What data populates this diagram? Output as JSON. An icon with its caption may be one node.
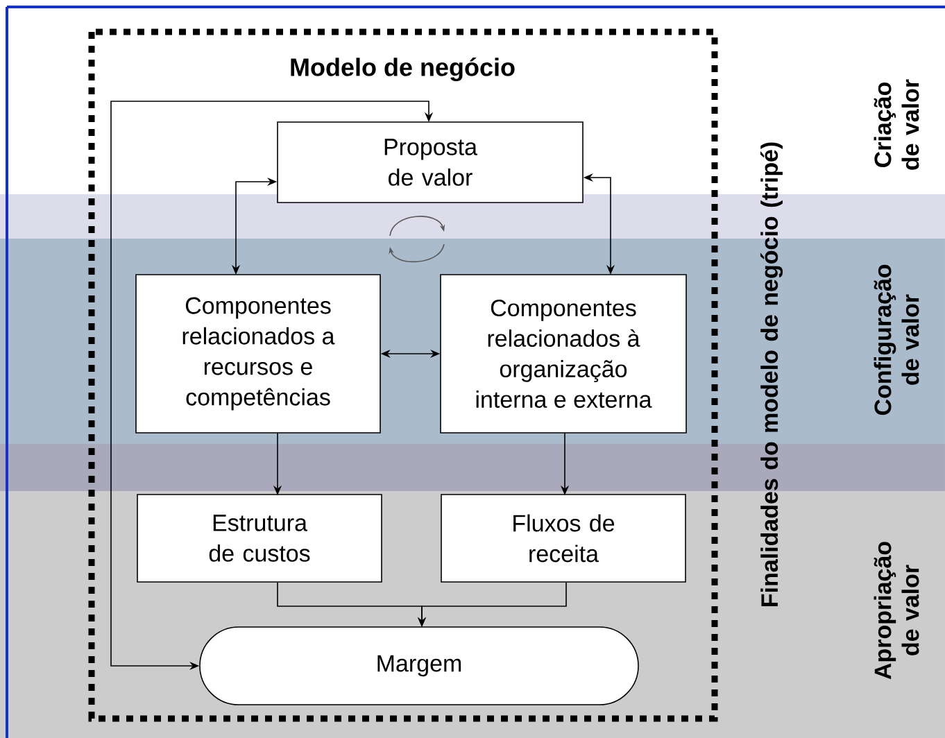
{
  "diagram": {
    "nodes": [
      {
        "text": [
          "Modelo de negócio"
        ]
      },
      {
        "text": [
          "Proposta de valor"
        ],
        "in": 0
      },
      {
        "text": [
          "Componentes relacionados a recursos e competências"
        ],
        "in": 0
      },
      {
        "text": [
          "Componentes relacionados à organização interna e externa"
        ],
        "in": 0
      },
      {
        "text": [
          "Estrutura de custos"
        ],
        "in": 0
      },
      {
        "text": [
          "Fluxos de receita"
        ],
        "in": 0
      },
      {
        "text": [
          "Margem"
        ],
        "in": 0
      }
    ],
    "edges": [
      {
        "from": 6,
        "to": 1,
        "arrow": "both"
      },
      {
        "from": 1,
        "to": 2,
        "arrow": "both"
      },
      {
        "from": 1,
        "to": 3,
        "arrow": "both"
      },
      {
        "from": 2,
        "to": 3,
        "arrow": "both"
      },
      {
        "from": 2,
        "to": 4,
        "arrow": "to"
      },
      {
        "from": 3,
        "to": 5,
        "arrow": "to"
      },
      {
        "from": 4,
        "to": 6,
        "arrow": "to"
      },
      {
        "from": 5,
        "to": 6,
        "arrow": "to"
      }
    ],
    "labels": [
      "Finalidades do modelo de negócio (tripé)",
      "Criação de valor",
      "Configuração de valor",
      "Apropriação de valor"
    ]
  }
}
